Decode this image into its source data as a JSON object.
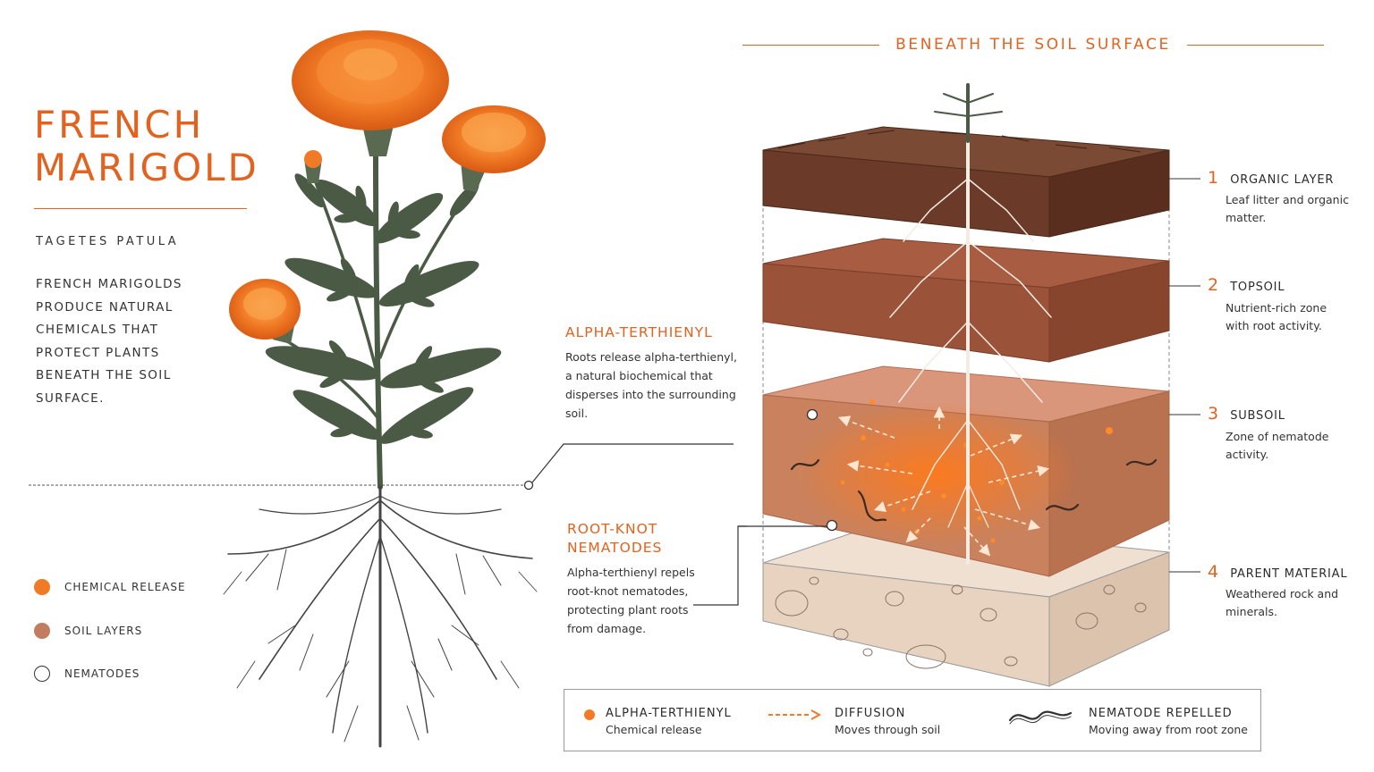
{
  "title_lines": [
    "FRENCH",
    "MARIGOLD"
  ],
  "scientific_name": "TAGETES PATULA",
  "description": "FRENCH MARIGOLDS PRODUCE NATURAL CHEMICALS THAT PROTECT PLANTS BENEATH THE SOIL SURFACE.",
  "side_legend": [
    {
      "label": "CHEMICAL RELEASE",
      "color": "#f07a25",
      "style": "filled"
    },
    {
      "label": "SOIL LAYERS",
      "color": "#c07d60",
      "style": "filled"
    },
    {
      "label": "NEMATODES",
      "color": "#333333",
      "style": "outline"
    }
  ],
  "header": "BENEATH THE SOIL SURFACE",
  "layers": [
    {
      "number": "1",
      "name": "ORGANIC LAYER",
      "desc": "Leaf litter and organic matter.",
      "color": "#6b3a28"
    },
    {
      "number": "2",
      "name": "TOPSOIL",
      "desc": "Nutrient-rich zone with root activity.",
      "color": "#9a5238"
    },
    {
      "number": "3",
      "name": "SUBSOIL",
      "desc": "Zone of nematode activity.",
      "color": "#c9825d"
    },
    {
      "number": "4",
      "name": "PARENT MATERIAL",
      "desc": "Weathered rock and minerals.",
      "color": "#e8d3c0"
    }
  ],
  "annotations": [
    {
      "title": "ALPHA-TERTHIENYL",
      "desc": "Roots release alpha-terthienyl, a natural biochemical that disperses into the surrounding soil."
    },
    {
      "title": "ROOT-KNOT NEMATODES",
      "desc": "Alpha-terthienyl repels root-knot nematodes, protecting plant roots from damage."
    }
  ],
  "key": [
    {
      "title": "ALPHA-TERTHIENYL",
      "desc": "Chemical release",
      "icon": "orange-dot-icon"
    },
    {
      "title": "DIFFUSION",
      "desc": "Moves through soil",
      "icon": "dashed-arrow-icon"
    },
    {
      "title": "NEMATODE REPELLED",
      "desc": "Moving away from root zone",
      "icon": "nematode-icon"
    }
  ],
  "colors": {
    "accent": "#e2621f",
    "flower": "#f07a25",
    "foliage": "#4a5a44"
  }
}
